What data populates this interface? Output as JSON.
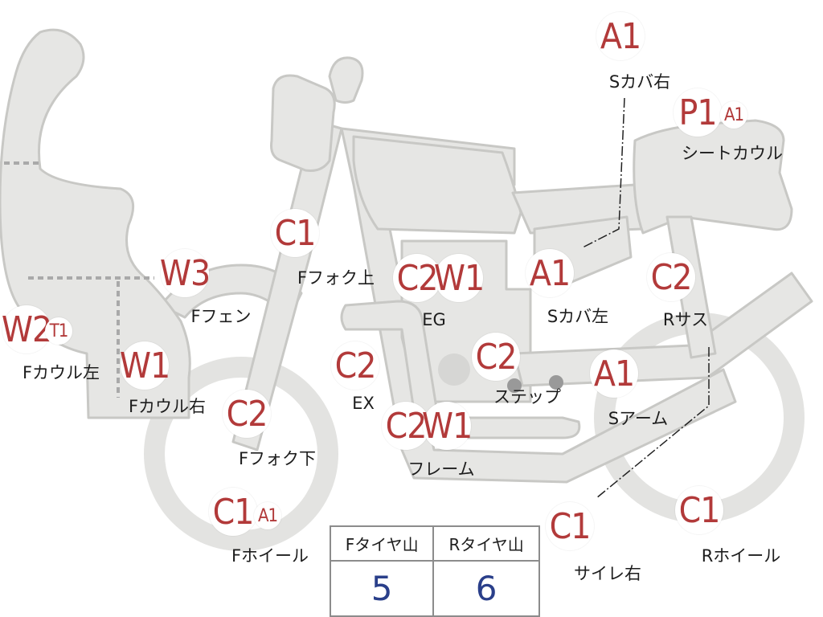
{
  "colors": {
    "part_fill": "#e6e6e4",
    "part_stroke": "#c8c8c5",
    "grade_text": "#b23a3a",
    "tire_value_text": "#2a3f8a"
  },
  "parts": [
    {
      "id": "s-cover-right",
      "grades": [
        "A1"
      ],
      "label": "Sカバ右"
    },
    {
      "id": "seat-cowl",
      "grades": [
        "P1",
        "A1"
      ],
      "label": "シートカウル"
    },
    {
      "id": "f-fork-upper",
      "grades": [
        "C1"
      ],
      "label": "Fフォク上"
    },
    {
      "id": "f-fender",
      "grades": [
        "W3"
      ],
      "label": "Fフェン"
    },
    {
      "id": "engine",
      "grades": [
        "C2",
        "W1"
      ],
      "label": "EG"
    },
    {
      "id": "s-cover-left",
      "grades": [
        "A1"
      ],
      "label": "Sカバ左"
    },
    {
      "id": "r-suspension",
      "grades": [
        "C2"
      ],
      "label": "Rサス"
    },
    {
      "id": "f-cowl-left",
      "grades": [
        "W2",
        "T1"
      ],
      "label": "Fカウル左"
    },
    {
      "id": "f-cowl-right",
      "grades": [
        "W1"
      ],
      "label": "Fカウル右"
    },
    {
      "id": "exhaust",
      "grades": [
        "C2"
      ],
      "label": "EX"
    },
    {
      "id": "step",
      "grades": [
        "C2"
      ],
      "label": "ステップ"
    },
    {
      "id": "s-arm",
      "grades": [
        "A1"
      ],
      "label": "Sアーム"
    },
    {
      "id": "f-fork-lower",
      "grades": [
        "C2"
      ],
      "label": "Fフォク下"
    },
    {
      "id": "frame",
      "grades": [
        "C2",
        "W1"
      ],
      "label": "フレーム"
    },
    {
      "id": "f-wheel",
      "grades": [
        "C1",
        "A1"
      ],
      "label": "Fホイール"
    },
    {
      "id": "silencer-right",
      "grades": [
        "C1"
      ],
      "label": "サイレ右"
    },
    {
      "id": "r-wheel",
      "grades": [
        "C1"
      ],
      "label": "Rホイール"
    }
  ],
  "tire_table": {
    "headers": [
      "Fタイヤ山",
      "Rタイヤ山"
    ],
    "values": [
      "5",
      "6"
    ]
  }
}
